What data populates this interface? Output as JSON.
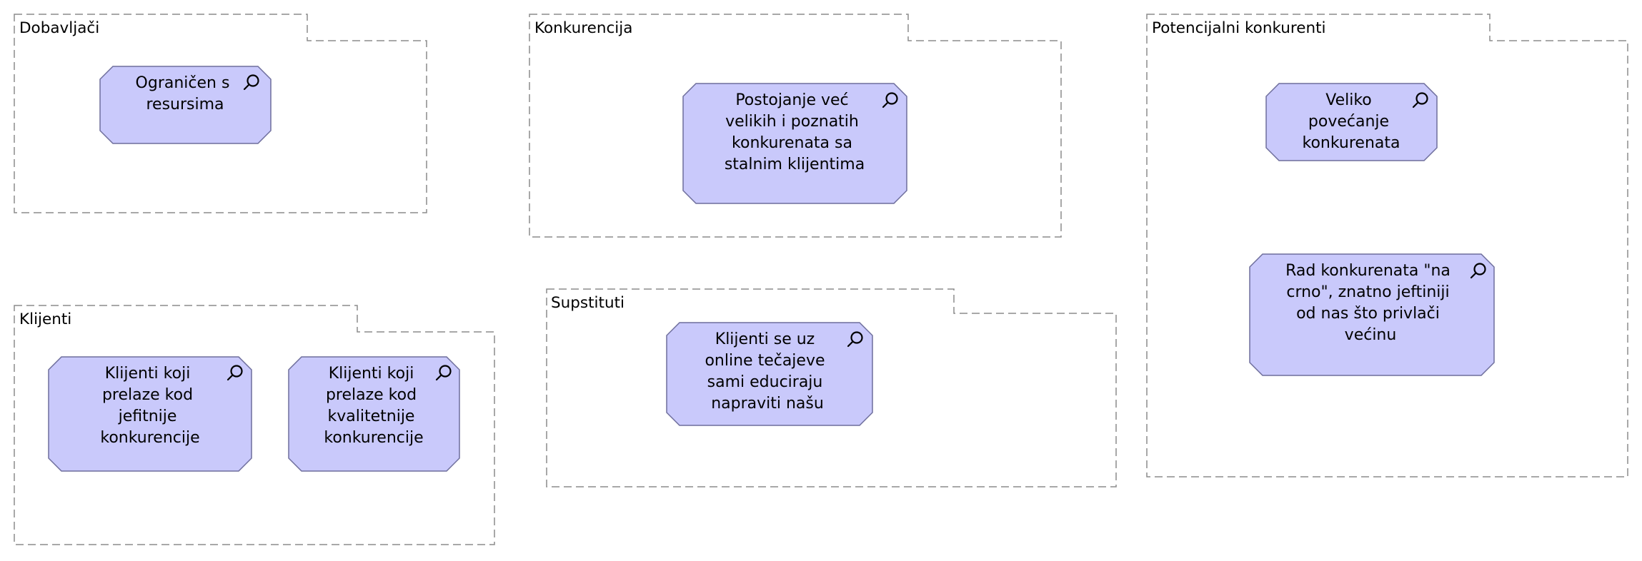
{
  "groups": {
    "dobavljaci": {
      "label": "Dobavljači",
      "nodes": [
        {
          "icon": "magnifier-icon",
          "lines": [
            "Ograničen s",
            "resursima"
          ]
        }
      ]
    },
    "konkurencija": {
      "label": "Konkurencija",
      "nodes": [
        {
          "icon": "magnifier-icon",
          "lines": [
            "Postojanje već",
            "velikih i poznatih",
            "konkurenata sa",
            "stalnim klijentima"
          ]
        }
      ]
    },
    "potencijalni": {
      "label": "Potencijalni konkurenti",
      "nodes": [
        {
          "icon": "magnifier-icon",
          "lines": [
            "Veliko",
            "povećanje",
            "konkurenata"
          ]
        },
        {
          "icon": "magnifier-icon",
          "lines": [
            "Rad konkurenata \"na",
            "crno\", znatno jeftiniji",
            "od nas što privlači",
            "većinu"
          ]
        }
      ]
    },
    "klijenti": {
      "label": "Klijenti",
      "nodes": [
        {
          "icon": "magnifier-icon",
          "lines": [
            "Klijenti koji",
            "prelaze kod",
            "jefitnije",
            "konkurencije"
          ]
        },
        {
          "icon": "magnifier-icon",
          "lines": [
            "Klijenti koji",
            "prelaze kod",
            "kvalitetnije",
            "konkurencije"
          ]
        }
      ]
    },
    "supstituti": {
      "label": "Supstituti",
      "nodes": [
        {
          "icon": "magnifier-icon",
          "lines": [
            "Klijenti se uz",
            "online tečajeve",
            "sami educiraju",
            "napraviti našu"
          ]
        }
      ]
    }
  },
  "colors": {
    "node_fill": "#c9c9fb",
    "node_stroke": "#6e6e9c",
    "frame_stroke": "#8c8c8c"
  }
}
